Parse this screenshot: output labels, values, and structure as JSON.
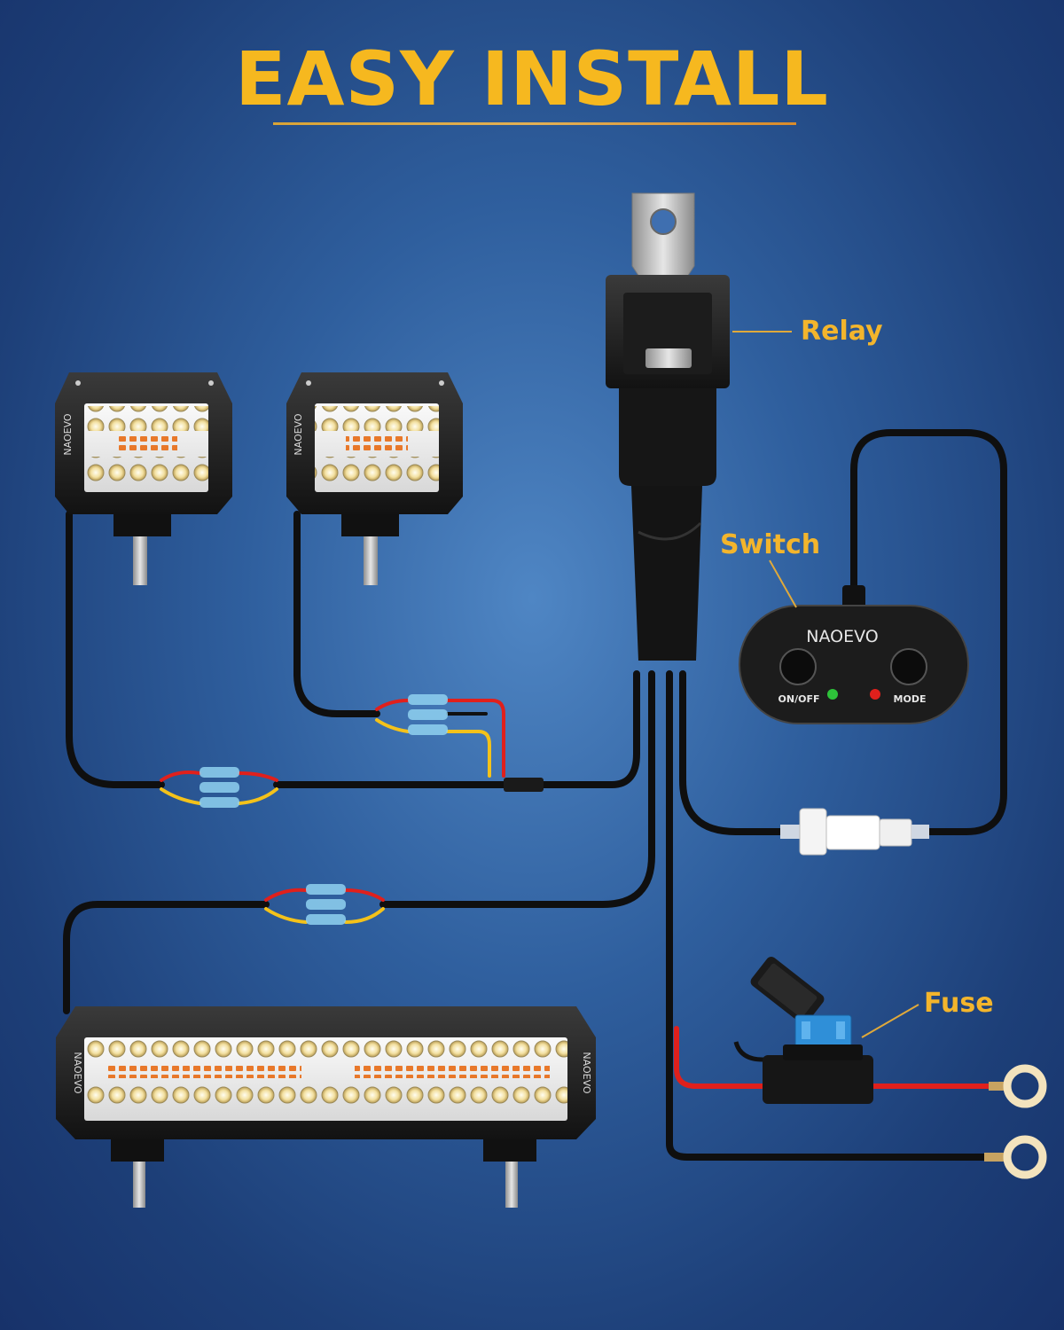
{
  "headline": {
    "text": "EASY INSTALL"
  },
  "callouts": {
    "relay": "Relay",
    "switch": "Switch",
    "fuse": "Fuse"
  },
  "switch_panel": {
    "brand": "NAOEVO",
    "left_button_label": "ON/OFF",
    "right_button_label": "MODE"
  },
  "light_brand": "NAOEVO",
  "colors": {
    "headline": "#f6b81f",
    "callout": "#f3b52c",
    "wire_black": "#111111",
    "wire_red": "#e0201c",
    "wire_yellow": "#f4c21a",
    "fuse_blue": "#2f8fd8",
    "ring_terminal": "#f3e3bd"
  }
}
